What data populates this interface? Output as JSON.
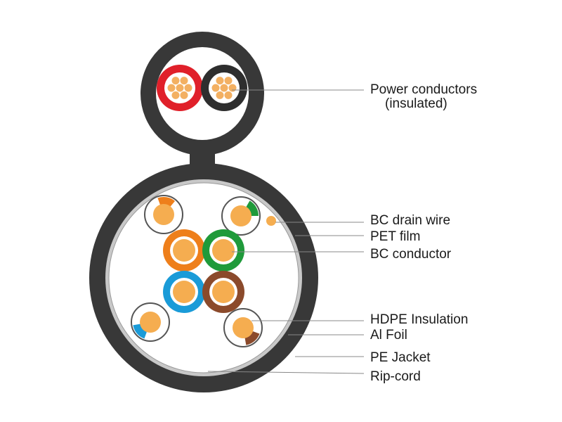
{
  "diagram": {
    "colors": {
      "jacket": "#383838",
      "white_fill": "#ffffff",
      "foil": "#c8c8c8",
      "copper": "#f5ad50",
      "copper_strand": "#f3b062",
      "red_insulation": "#e0202a",
      "black_insulation": "#2e2e2e",
      "leader_line": "#888888"
    },
    "labels": {
      "power_line1": "Power conductors",
      "power_line2": "(insulated)",
      "drain_wire": "BC drain wire",
      "pet_film": "PET film",
      "bc_conductor": "BC conductor",
      "hdpe_insulation": "HDPE Insulation",
      "al_foil": "Al Foil",
      "pe_jacket": "PE Jacket",
      "rip_cord": "Rip-cord"
    },
    "pairs": [
      {
        "name": "orange-pair",
        "color": "#ee7f1b"
      },
      {
        "name": "green-pair",
        "color": "#1f9a3a"
      },
      {
        "name": "blue-pair",
        "color": "#1a9bd8"
      },
      {
        "name": "brown-pair",
        "color": "#8b4a2b"
      }
    ],
    "stripe_colors": {
      "top_left": "#ee7f1b",
      "top_right": "#1f9a3a",
      "bottom_left": "#1a9bd8",
      "bottom_right": "#8b4a2b"
    }
  }
}
